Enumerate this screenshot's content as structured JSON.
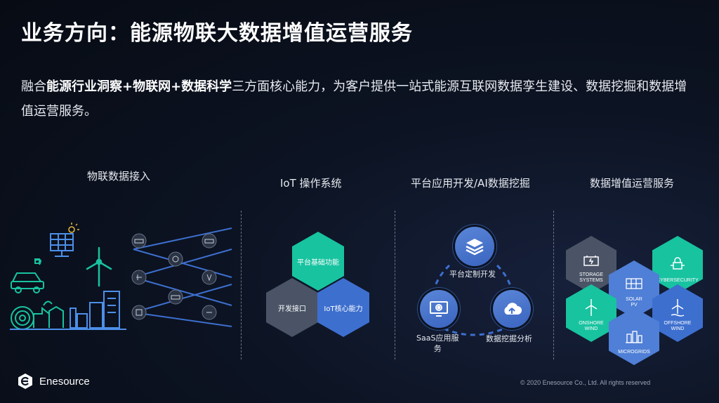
{
  "title": "业务方向：能源物联大数据增值运营服务",
  "intro": {
    "p1": "融合",
    "b1": "能源行业洞察",
    "p2": "+",
    "b2": "物联网",
    "p3": "+",
    "b3": "数据科学",
    "p4": "三方面核心能力，为客户提供一站式能源互联网数据孪生建设、数据挖掘和数据增值运营服务。"
  },
  "columns": {
    "c1": "物联数据接入",
    "c2": "IoT 操作系统",
    "c3": "平台应用开发/AI数据挖掘",
    "c4": "数据增值运营服务"
  },
  "iot_os": {
    "top": "平台基础功能",
    "left": "开发接口",
    "right": "IoT核心能力"
  },
  "platform": {
    "top": "平台定制开发",
    "left_line1": "SaaS应用服",
    "left_line2": "务",
    "right": "数据挖掘分析"
  },
  "services": {
    "storage": [
      "STORAGE",
      "SYSTEMS"
    ],
    "cyber": [
      "CYBERSECURITY"
    ],
    "solar": [
      "SOLAR",
      "PV"
    ],
    "onshore": [
      "ONSHORE",
      "WIND"
    ],
    "offshore": [
      "OFFSHORE",
      "WIND"
    ],
    "micro": [
      "MICROGRIDS"
    ]
  },
  "footer": {
    "brand": "Enesource",
    "copyright": "© 2020  Enesource Co., Ltd.  All rights reserved"
  },
  "colors": {
    "teal": "#18c3a0",
    "slate": "#4a5466",
    "blue": "#3d6fcf",
    "light_blue": "#4f7fd6"
  }
}
